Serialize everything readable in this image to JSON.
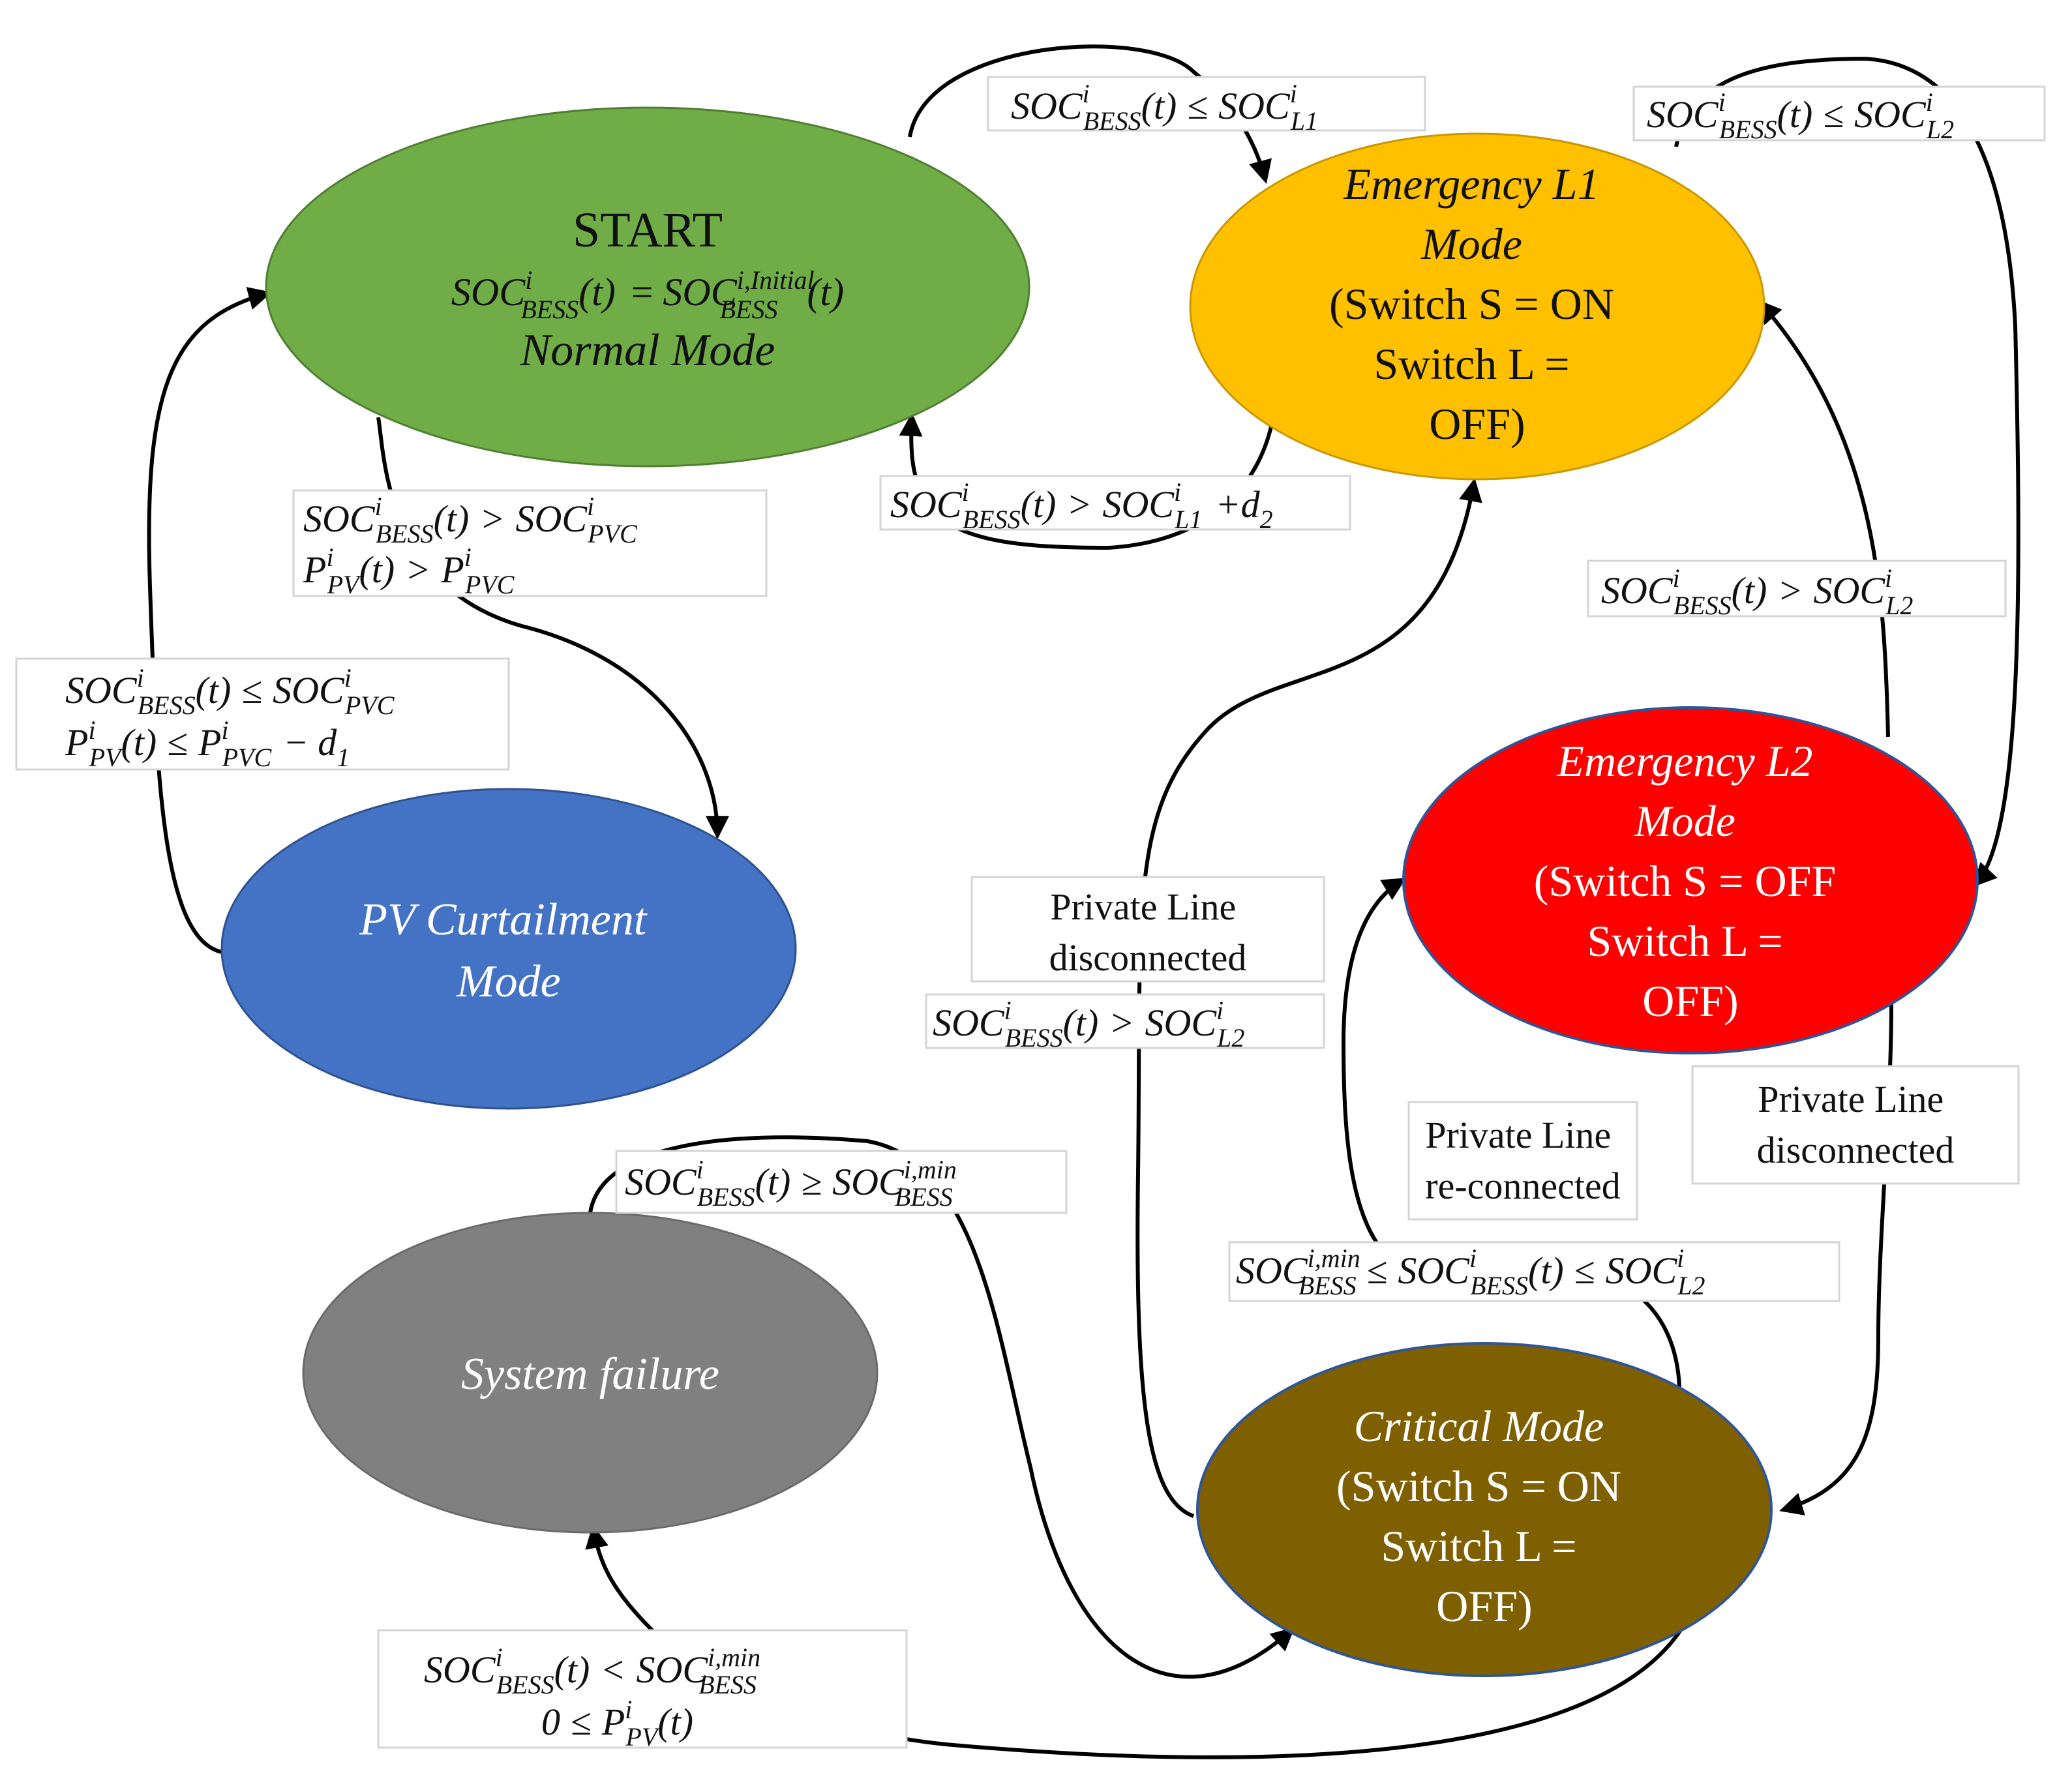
{
  "colors": {
    "normal": "#70ad47",
    "emergency_l1": "#ffc000",
    "emergency_l2": "#ff0000",
    "pv_curtailment": "#4472c4",
    "system_failure": "#808080",
    "critical": "#7f6000",
    "arrow": "#000000"
  },
  "nodes": {
    "start": {
      "line1": "START",
      "line3": "Normal Mode"
    },
    "emergency_l1": {
      "line1": "Emergency  L1",
      "line2": "Mode",
      "line3": "(Switch S = ON",
      "line4": "Switch L =",
      "line5": "OFF)"
    },
    "emergency_l2": {
      "line1": "Emergency L2",
      "line2": "Mode",
      "line3": "(Switch S = OFF",
      "line4": "Switch L =",
      "line5": "OFF)"
    },
    "pv_curtailment": {
      "line1": "PV Curtailment",
      "line2": "Mode"
    },
    "system_failure": {
      "line1": "System failure"
    },
    "critical": {
      "line1": "Critical Mode",
      "line2": "(Switch S = ON",
      "line3": "Switch L =",
      "line4": "OFF)"
    }
  },
  "symbols": {
    "soc": "SOC",
    "p": "P",
    "t": "(t)",
    "i": "i",
    "bess": "BESS",
    "initial": "i,Initial",
    "min": "i,min",
    "l1": "L1",
    "l2": "L2",
    "pvc": "PVC",
    "pv": "PV",
    "d1": "d",
    "d2": "d",
    "one": "1",
    "two": "2",
    "zero": "0"
  },
  "operators": {
    "le": "≤",
    "ge": "≥",
    "gt": ">",
    "lt": "<",
    "eq": "=",
    "plus": "+",
    "minus": "−"
  },
  "labels": {
    "private_line_disconnected_1": "Private Line",
    "private_line_disconnected_2": "disconnected",
    "private_line_reconnected_1": "Private Line",
    "private_line_reconnected_2": "re-connected"
  }
}
